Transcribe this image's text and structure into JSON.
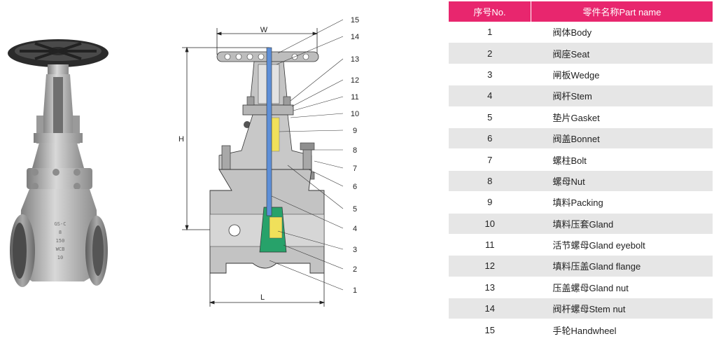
{
  "table": {
    "header": {
      "no": "序号No.",
      "name": "零件名称Part name"
    },
    "rows": [
      {
        "no": "1",
        "name": "阀体Body"
      },
      {
        "no": "2",
        "name": "阀座Seat"
      },
      {
        "no": "3",
        "name": "闸板Wedge"
      },
      {
        "no": "4",
        "name": "阀杆Stem"
      },
      {
        "no": "5",
        "name": "垫片Gasket"
      },
      {
        "no": "6",
        "name": "阀盖Bonnet"
      },
      {
        "no": "7",
        "name": "螺柱Bolt"
      },
      {
        "no": "8",
        "name": "螺母Nut"
      },
      {
        "no": "9",
        "name": "填料Packing"
      },
      {
        "no": "10",
        "name": "填料压套Gland"
      },
      {
        "no": "11",
        "name": "活节螺母Gland eyebolt"
      },
      {
        "no": "12",
        "name": "填料压盖Gland flange"
      },
      {
        "no": "13",
        "name": "压盖螺母Gland nut"
      },
      {
        "no": "14",
        "name": "阀杆螺母Stem nut"
      },
      {
        "no": "15",
        "name": "手轮Handwheel"
      }
    ]
  },
  "drawing": {
    "dim_w": "W",
    "dim_h": "H",
    "dim_l": "L",
    "callouts": [
      "15",
      "14",
      "13",
      "12",
      "11",
      "10",
      "9",
      "8",
      "7",
      "6",
      "5",
      "4",
      "3",
      "2",
      "1"
    ]
  },
  "photo": {
    "body_marking": [
      "GS-C",
      "8",
      "150",
      "WCB",
      "10"
    ]
  },
  "colors": {
    "header": "#e8266e",
    "row_alt": "#e6e6e6",
    "valve_metal": "#b9b9b9",
    "stem_blue": "#5d8fd8",
    "packing_yellow": "#f0e05a",
    "seat_green": "#27a26a"
  }
}
